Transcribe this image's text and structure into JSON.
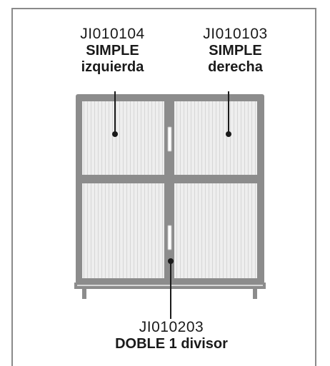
{
  "labels": {
    "left": {
      "code": "JI010104",
      "line1": "SIMPLE",
      "line2": "izquierda"
    },
    "right": {
      "code": "JI010103",
      "line1": "SIMPLE",
      "line2": "derecha"
    },
    "bottom": {
      "code": "JI010203",
      "line1": "DOBLE 1 divisor"
    }
  },
  "colors": {
    "frame_border": "#8a8a8a",
    "cabinet": "#8c8c8c",
    "door_fill": "#eeeeee",
    "slat": "#d6d6d6",
    "text": "#1a1a1a"
  }
}
